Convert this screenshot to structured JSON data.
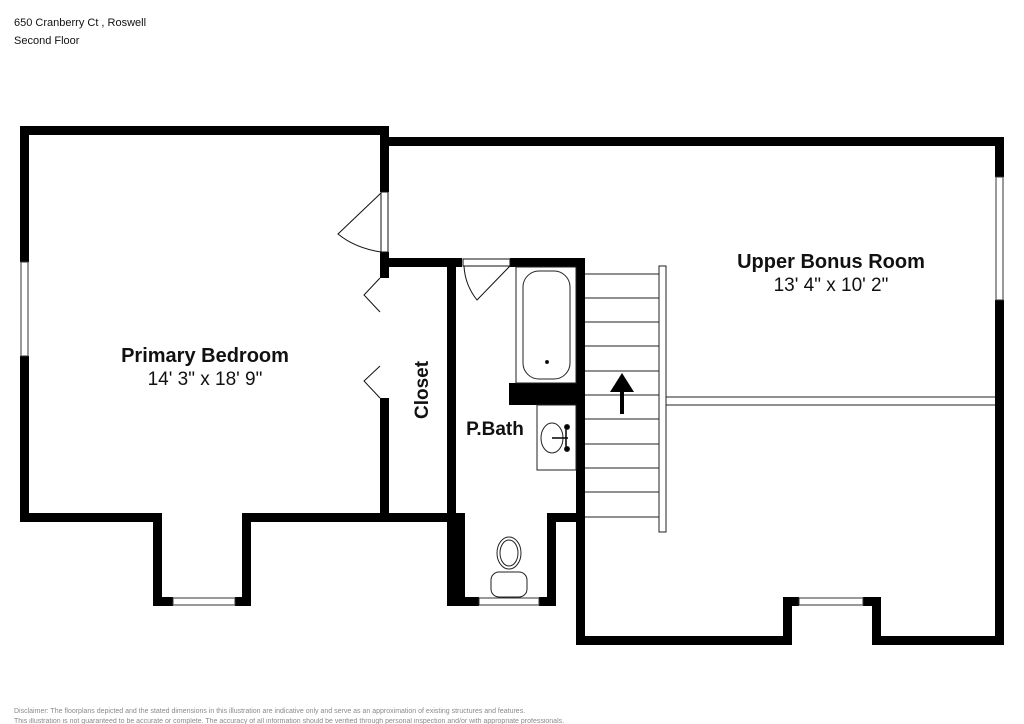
{
  "header": {
    "address": "650 Cranberry Ct , Roswell",
    "floor": "Second Floor"
  },
  "rooms": [
    {
      "name": "Primary Bedroom",
      "dimensions": "14' 3\" x 18' 9\""
    },
    {
      "name": "Upper Bonus Room",
      "dimensions": "13' 4\" x 10' 2\""
    },
    {
      "name": "Closet",
      "dimensions": ""
    },
    {
      "name": "P.Bath",
      "dimensions": ""
    }
  ],
  "stairs": {
    "direction": "up",
    "steps": 11
  },
  "colors": {
    "wall": "#000000",
    "background": "#ffffff",
    "fixture_line": "#222222",
    "disclaimer": "#8a8a8a"
  },
  "footer": {
    "disclaimer_line1": "Disclaimer: The floorplans depicted and the stated dimensions in this illustration are indicative only and serve as an approximation of existing structures and features.",
    "disclaimer_line2": "This illustration is not guaranteed to be accurate or complete. The accuracy of all information should be verified through personal inspection and/or with appropriate professionals."
  }
}
